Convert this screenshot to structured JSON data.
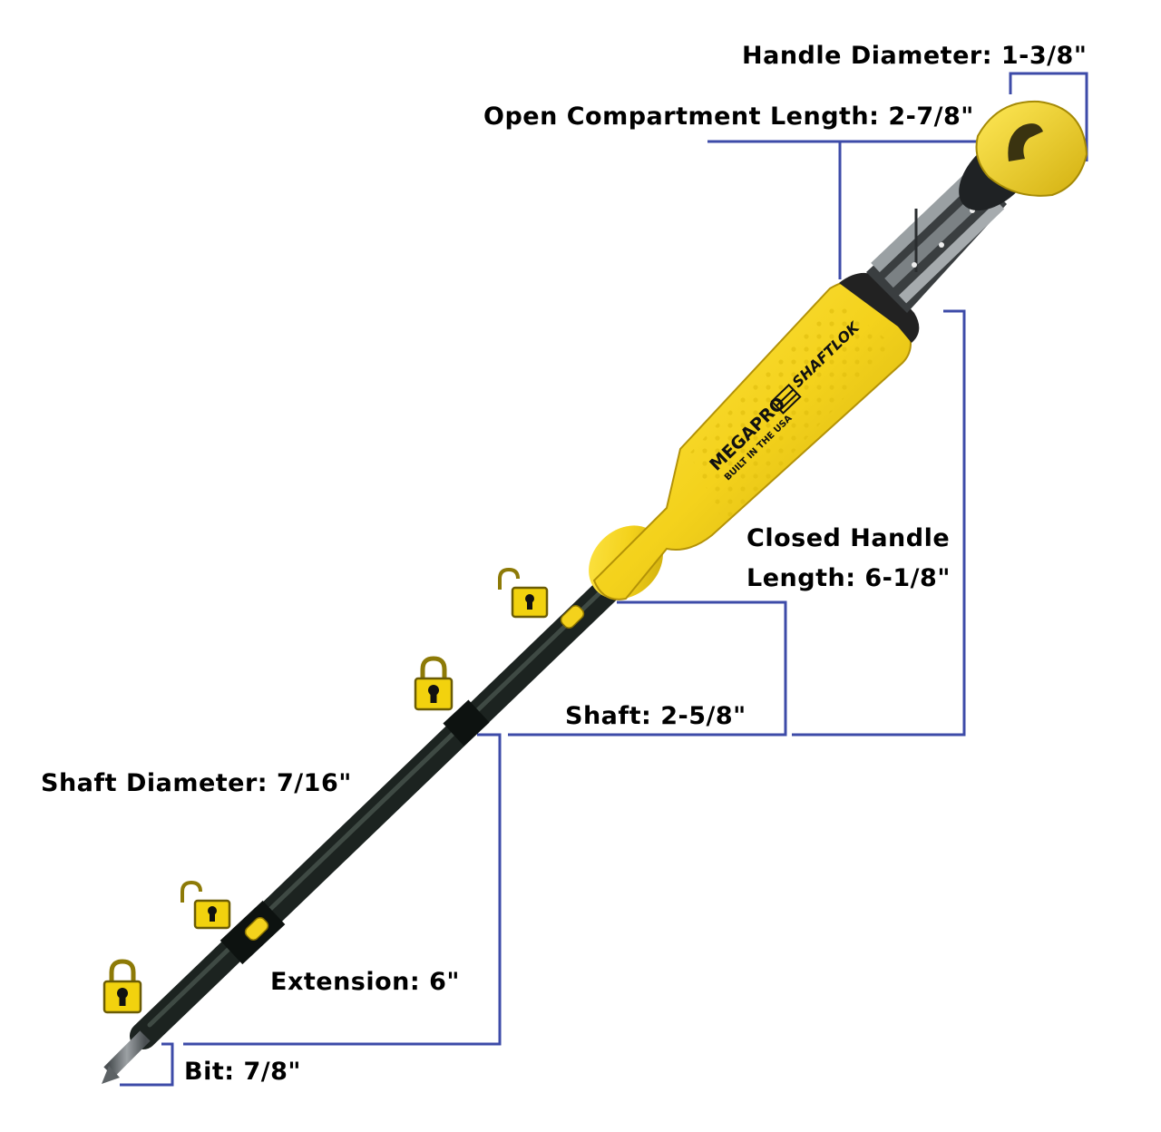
{
  "labels": {
    "handle_diameter": "Handle Diameter: 1-3/8\"",
    "open_compartment": "Open Compartment Length: 2-7/8\"",
    "closed_handle_line1": "Closed Handle",
    "closed_handle_line2": "Length: 6-1/8\"",
    "shaft": "Shaft: 2-5/8\"",
    "shaft_diameter": "Shaft Diameter: 7/16\"",
    "extension": "Extension: 6\"",
    "bit": "Bit: 7/8\""
  },
  "branding": {
    "brand": "MEGAPRO",
    "tagline": "BUILT IN THE USA",
    "model": "SHAFTLOK"
  },
  "lock_icons": [
    {
      "name": "unlocked-padlock-icon",
      "state": "unlocked"
    },
    {
      "name": "locked-padlock-icon",
      "state": "locked"
    },
    {
      "name": "unlocked-padlock-icon",
      "state": "unlocked"
    },
    {
      "name": "locked-padlock-icon",
      "state": "locked"
    }
  ],
  "colors": {
    "dimension_line": "#3d4ba8",
    "handle_yellow": "#f4d21c",
    "handle_dark_yellow": "#c9a80a",
    "shaft_black": "#1c2320",
    "bit_gray": "#8a8f92",
    "lock_yellow": "#f2d20e"
  }
}
